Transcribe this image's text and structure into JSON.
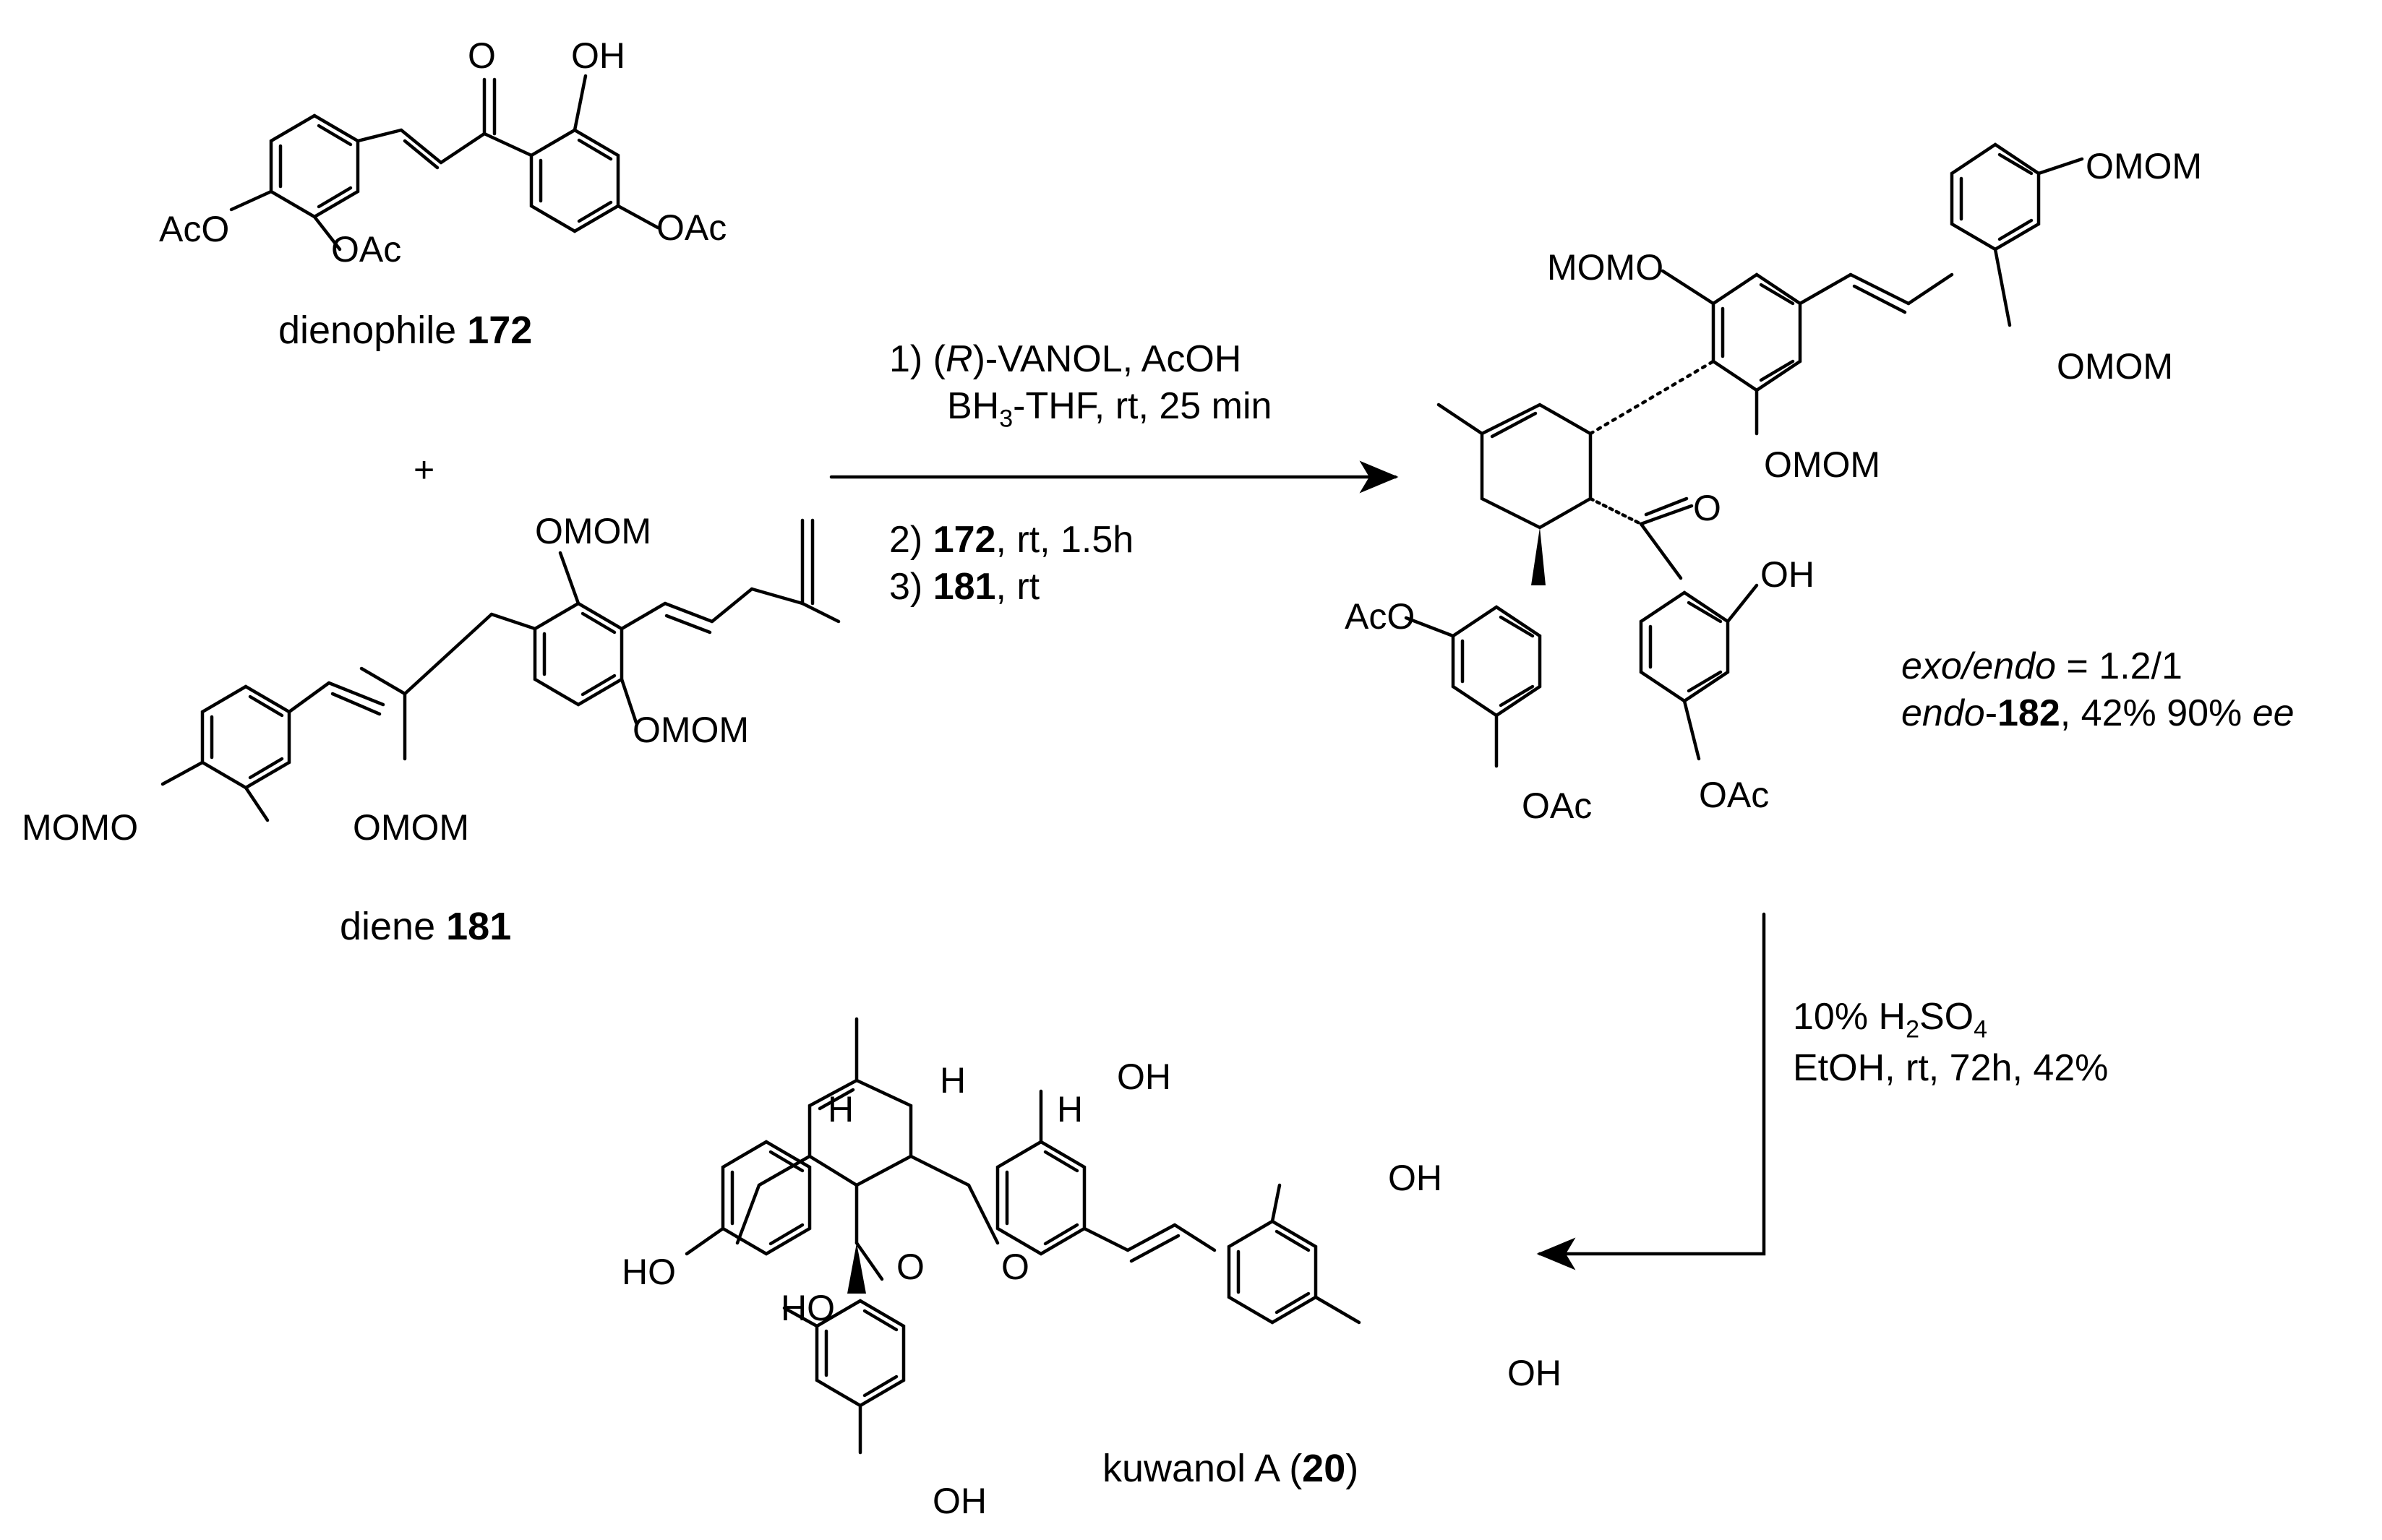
{
  "dienophile": {
    "labels": {
      "o_top": "O",
      "oh": "OH",
      "aco": "AcO",
      "oac_mid": "OAc",
      "oac_right": "OAc"
    },
    "name_text": "dienophile ",
    "name_num": "172"
  },
  "plus": "+",
  "diene": {
    "labels": {
      "omom_top": "OMOM",
      "omom_mid": "OMOM",
      "momo": "MOMO",
      "omom_low": "OMOM"
    },
    "name_text": "diene ",
    "name_num": "181"
  },
  "conditions_1": {
    "s1_prefix": "1) (",
    "s1_r": "R",
    "s1_suffix": ")-VANOL, AcOH",
    "s1_line2_a": "BH",
    "s1_line2_sub": "3",
    "s1_line2_b": "-THF, rt, 25 min",
    "s2_num": "2) ",
    "s2_bold": "172",
    "s2_rest": ", rt, 1.5h",
    "s3_num": "3) ",
    "s3_bold": "181",
    "s3_rest": ", rt"
  },
  "product": {
    "labels": {
      "momo": "MOMO",
      "omom_tr": "OMOM",
      "omom_r": "OMOM",
      "omom_b": "OMOM",
      "o": "O",
      "oh": "OH",
      "aco": "AcO",
      "oac_l": "OAc",
      "oac_r": "OAc"
    },
    "selectivity": {
      "exo_endo": "exo/endo",
      "ratio": " = 1.2/1",
      "endo": "endo",
      "dash": "-",
      "num": "182",
      "yield": ", 42% 90% ",
      "ee": "ee"
    }
  },
  "conditions_2": {
    "line1_a": "10% H",
    "line1_sub1": "2",
    "line1_b": "SO",
    "line1_sub2": "4",
    "line2": "EtOH, rt, 72h, 42%"
  },
  "kuwanol": {
    "labels": {
      "h1": "H",
      "h2": "H",
      "h3": "H",
      "oh_top": "OH",
      "oh_r": "OH",
      "oh_far": "OH",
      "ho_left": "HO",
      "o1": "O",
      "o2": "O",
      "ho_sub": "HO",
      "oh_bottom": "OH"
    },
    "name_text": "kuwanol A (",
    "name_num": "20",
    "name_close": ")"
  }
}
